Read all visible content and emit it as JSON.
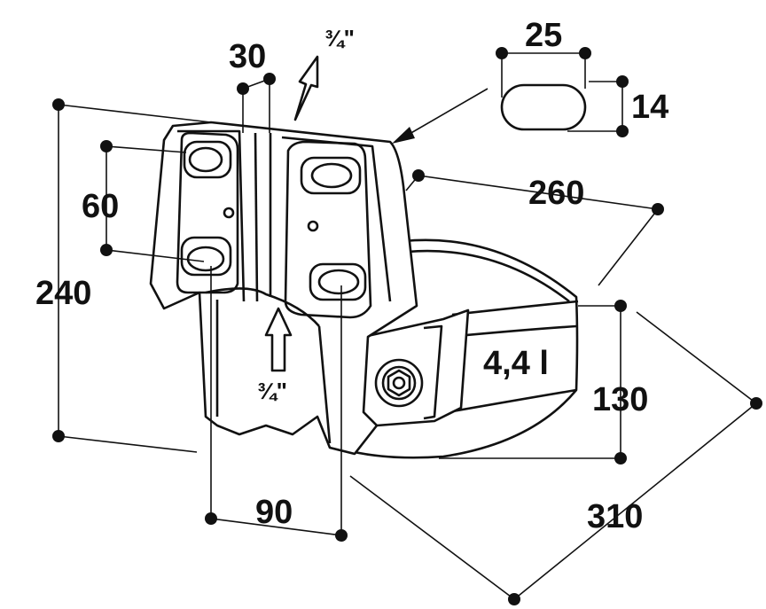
{
  "dimensions": {
    "height_total": "240",
    "hole_spacing_vertical": "60",
    "thickness_top": "30",
    "inlet_top": "¾\"",
    "inlet_bottom": "¾\"",
    "slot_width": "25",
    "slot_height": "14",
    "depth": "260",
    "bowl_height": "130",
    "hole_spacing_horizontal": "90",
    "bowl_width": "310",
    "volume": "4,4 l"
  }
}
